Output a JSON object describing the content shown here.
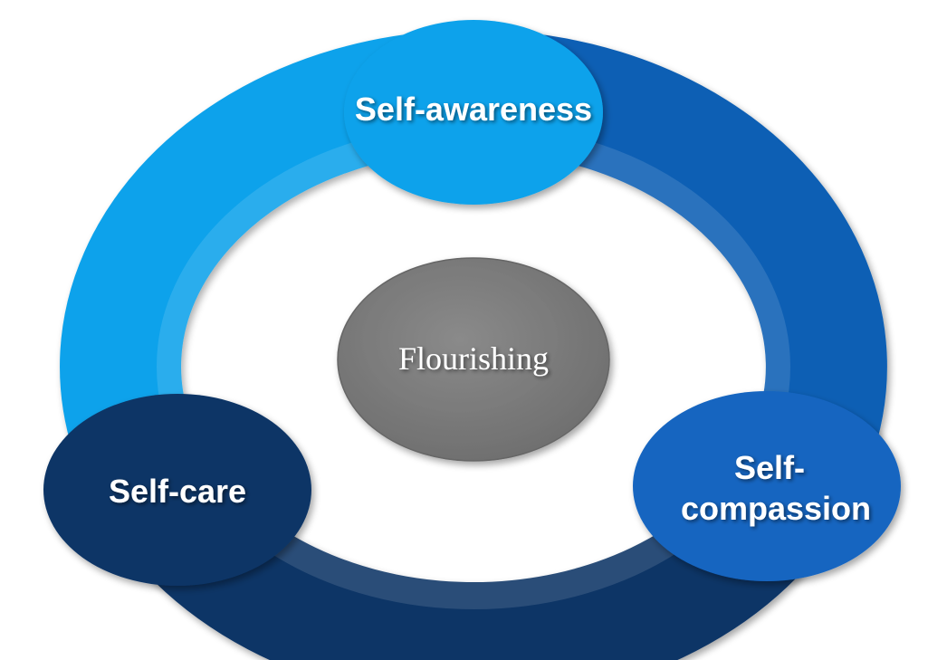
{
  "diagram": {
    "center": {
      "label": "Flourishing",
      "fill": "#7a7a7a"
    },
    "nodes": [
      {
        "id": "self-awareness",
        "lines": [
          "Self-awareness"
        ],
        "fill": "#0ca2eb"
      },
      {
        "id": "self-compassion",
        "lines": [
          "Self-",
          "compassion"
        ],
        "fill": "#1565c0"
      },
      {
        "id": "self-care",
        "lines": [
          "Self-care"
        ],
        "fill": "#0d3566"
      }
    ],
    "ring": {
      "colors": [
        "#0ca2eb",
        "#0a5fb4",
        "#0d3566"
      ]
    }
  }
}
